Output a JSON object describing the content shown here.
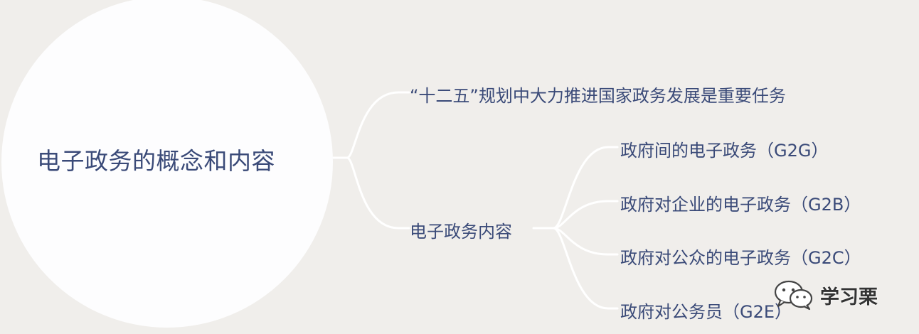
{
  "root": {
    "label": "电子政务的概念和内容"
  },
  "branches": [
    {
      "label": "“十二五”规划中大力推进国家政务发展是重要任务"
    },
    {
      "label": "电子政务内容",
      "children": [
        {
          "label": "政府间的电子政务（G2G）"
        },
        {
          "label": "政府对企业的电子政务（G2B）"
        },
        {
          "label": "政府对公众的电子政务（G2C）"
        },
        {
          "label": "政府对公务员（G2E）"
        }
      ]
    }
  ],
  "watermark": {
    "text": "学习栗",
    "icon": "wechat-icon"
  },
  "colors": {
    "background": "#f0eeeb",
    "node_fill": "#fdfdfe",
    "text": "#3a4a78",
    "connector": "#ffffff"
  }
}
